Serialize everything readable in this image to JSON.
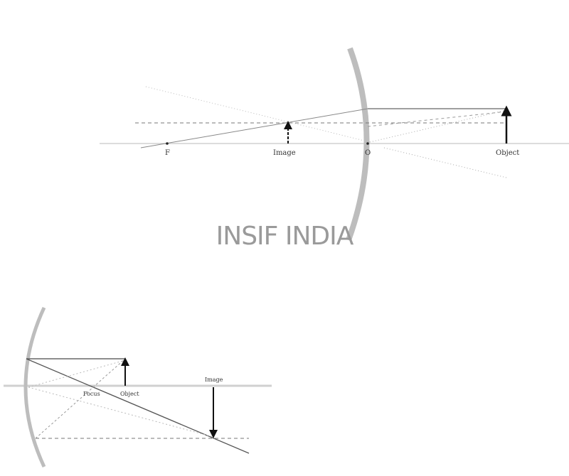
{
  "diagram_top": {
    "labels": {
      "focus": "F",
      "image": "Image",
      "pole": "O",
      "object": "Object"
    }
  },
  "diagram_bottom": {
    "labels": {
      "focus": "Focus",
      "object": "Object",
      "image": "Image"
    }
  },
  "watermark": "INSIF INDIA",
  "colors": {
    "mirror": "#bdbdbd",
    "axis": "#d0d0d0",
    "ray": "#555555",
    "watermark": "#9a9a9a"
  }
}
